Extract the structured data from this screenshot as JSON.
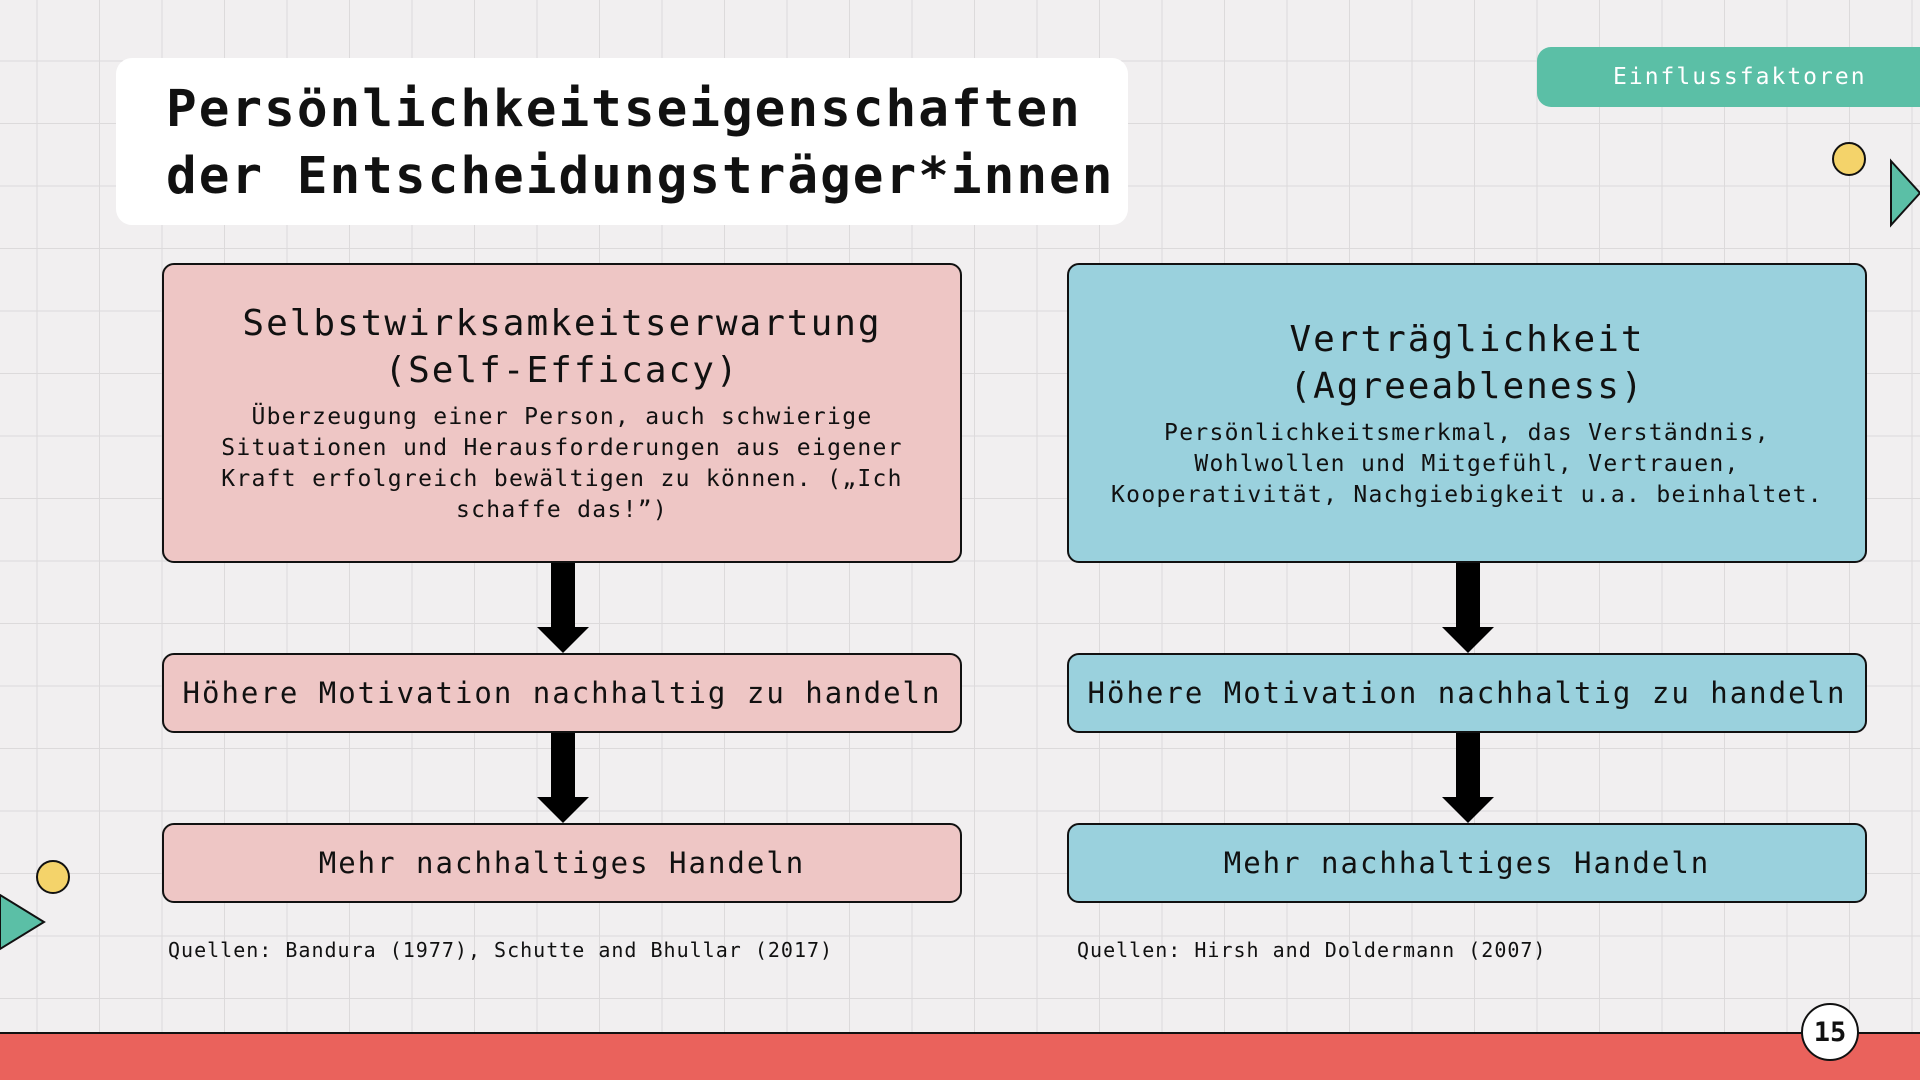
{
  "title": {
    "line1": "Persönlichkeitseigenschaften",
    "line2": "der Entscheidungsträger*innen"
  },
  "badge": {
    "label": "Einflussfaktoren"
  },
  "left": {
    "heading_line1": "Selbstwirksamkeitserwartung",
    "heading_line2": "(Self-Efficacy)",
    "description": "Überzeugung einer Person, auch schwierige Situationen und Herausforderungen aus eigener Kraft erfolgreich bewältigen zu können. („Ich schaffe das!”)",
    "step1": "Höhere Motivation nachhaltig zu handeln",
    "step2": "Mehr nachhaltiges Handeln",
    "sources": "Quellen: Bandura (1977), Schutte and Bhullar (2017)"
  },
  "right": {
    "heading_line1": "Verträglichkeit",
    "heading_line2": "(Agreeableness)",
    "description": "Persönlichkeitsmerkmal, das Verständnis, Wohlwollen und Mitgefühl, Vertrauen, Kooperativität, Nachgiebigkeit u.a. beinhaltet.",
    "step1": "Höhere Motivation nachhaltig zu handeln",
    "step2": "Mehr nachhaltiges Handeln",
    "sources": "Quellen: Hirsh and Doldermann (2007)"
  },
  "page_number": "15",
  "colors": {
    "pink": "#eec6c5",
    "blue": "#9ad1dd",
    "teal": "#5bbfa6",
    "bar": "#ea625c",
    "yellow": "#f4d36a"
  }
}
